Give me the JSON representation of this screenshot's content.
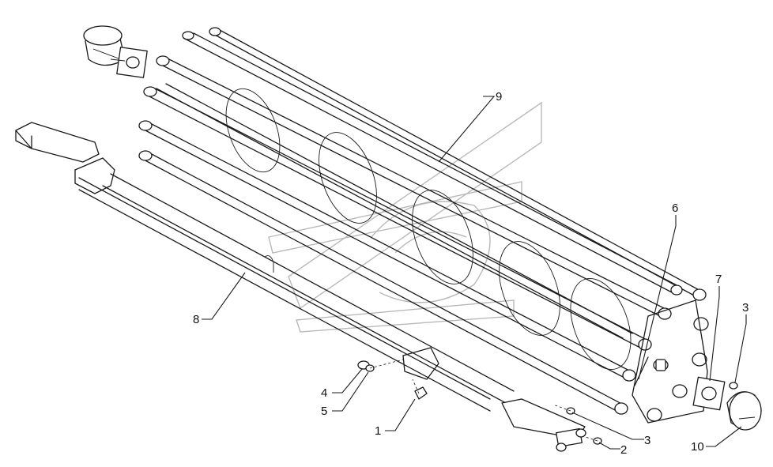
{
  "callouts": [
    {
      "id": "c1",
      "label": "1"
    },
    {
      "id": "c2",
      "label": "2"
    },
    {
      "id": "c3a",
      "label": "3"
    },
    {
      "id": "c3b",
      "label": "3"
    },
    {
      "id": "c4",
      "label": "4"
    },
    {
      "id": "c5",
      "label": "5"
    },
    {
      "id": "c6",
      "label": "6"
    },
    {
      "id": "c7",
      "label": "7"
    },
    {
      "id": "c8",
      "label": "8"
    },
    {
      "id": "c9",
      "label": "9"
    },
    {
      "id": "c10",
      "label": "10"
    }
  ]
}
